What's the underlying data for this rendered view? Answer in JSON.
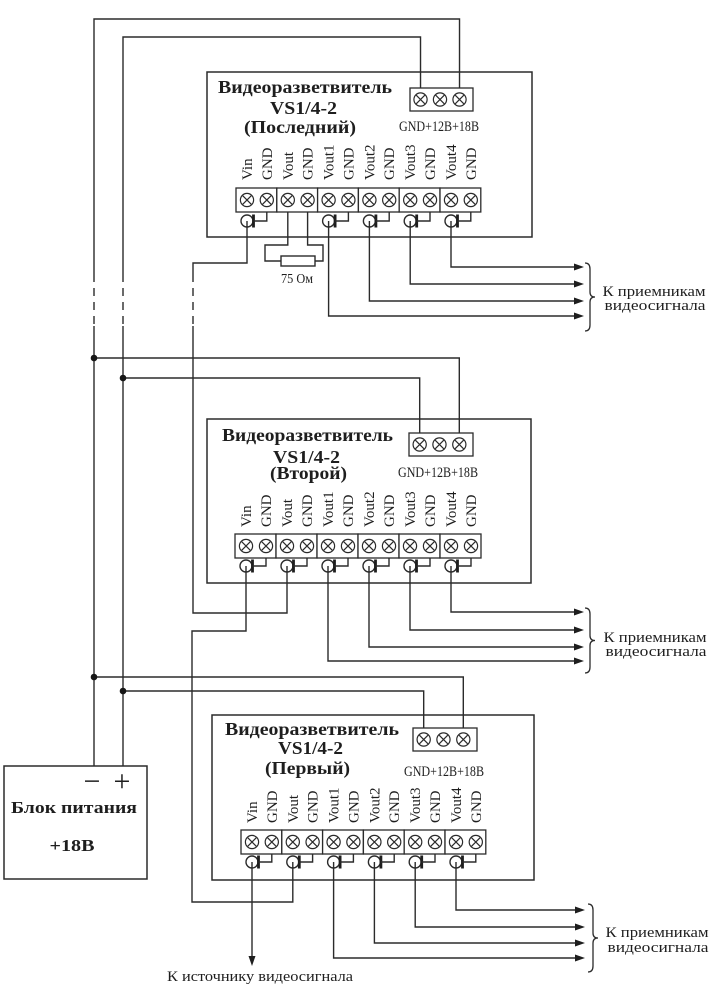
{
  "diagram": {
    "splitters": [
      {
        "title": "Видеоразветвитель",
        "model": "VS1/4-2",
        "role": "(Последний)",
        "power_terminals_label": "GND+12В+18В",
        "terminal_labels": [
          "Vin",
          "GND",
          "Vout",
          "GND",
          "Vout1",
          "GND",
          "Vout2",
          "GND",
          "Vout3",
          "GND",
          "Vout4",
          "GND"
        ],
        "vout_termination": "75 Ом"
      },
      {
        "title": "Видеоразветвитель",
        "model": "VS1/4-2",
        "role": "(Второй)",
        "power_terminals_label": "GND+12В+18В",
        "terminal_labels": [
          "Vin",
          "GND",
          "Vout",
          "GND",
          "Vout1",
          "GND",
          "Vout2",
          "GND",
          "Vout3",
          "GND",
          "Vout4",
          "GND"
        ]
      },
      {
        "title": "Видеоразветвитель",
        "model": "VS1/4-2",
        "role": "(Первый)",
        "power_terminals_label": "GND+12В+18В",
        "terminal_labels": [
          "Vin",
          "GND",
          "Vout",
          "GND",
          "Vout1",
          "GND",
          "Vout2",
          "GND",
          "Vout3",
          "GND",
          "Vout4",
          "GND"
        ]
      }
    ],
    "receivers_label": {
      "line1": "К приемникам",
      "line2": "видеосигнала"
    },
    "source_label": "К источнику видеосигнала",
    "power_supply": {
      "title": "Блок питания",
      "voltage": "+18В",
      "minus_symbol": "−",
      "plus_symbol": "+"
    }
  }
}
